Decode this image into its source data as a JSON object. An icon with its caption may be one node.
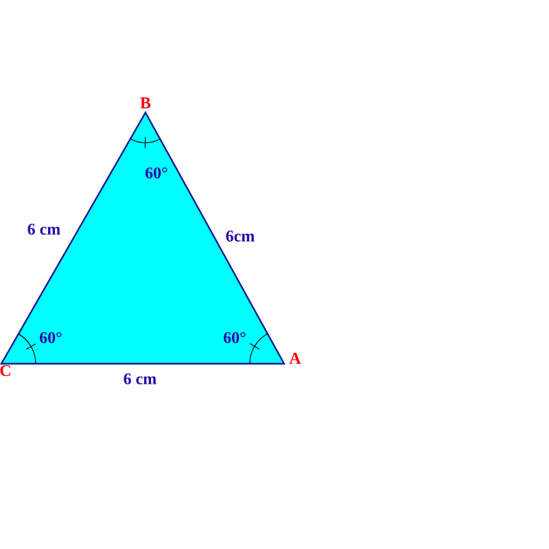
{
  "diagram": {
    "labels": [
      "B",
      "60°",
      "6 cm",
      "6cm",
      "60°",
      "60°",
      "C",
      "6 cm",
      "A"
    ]
  }
}
